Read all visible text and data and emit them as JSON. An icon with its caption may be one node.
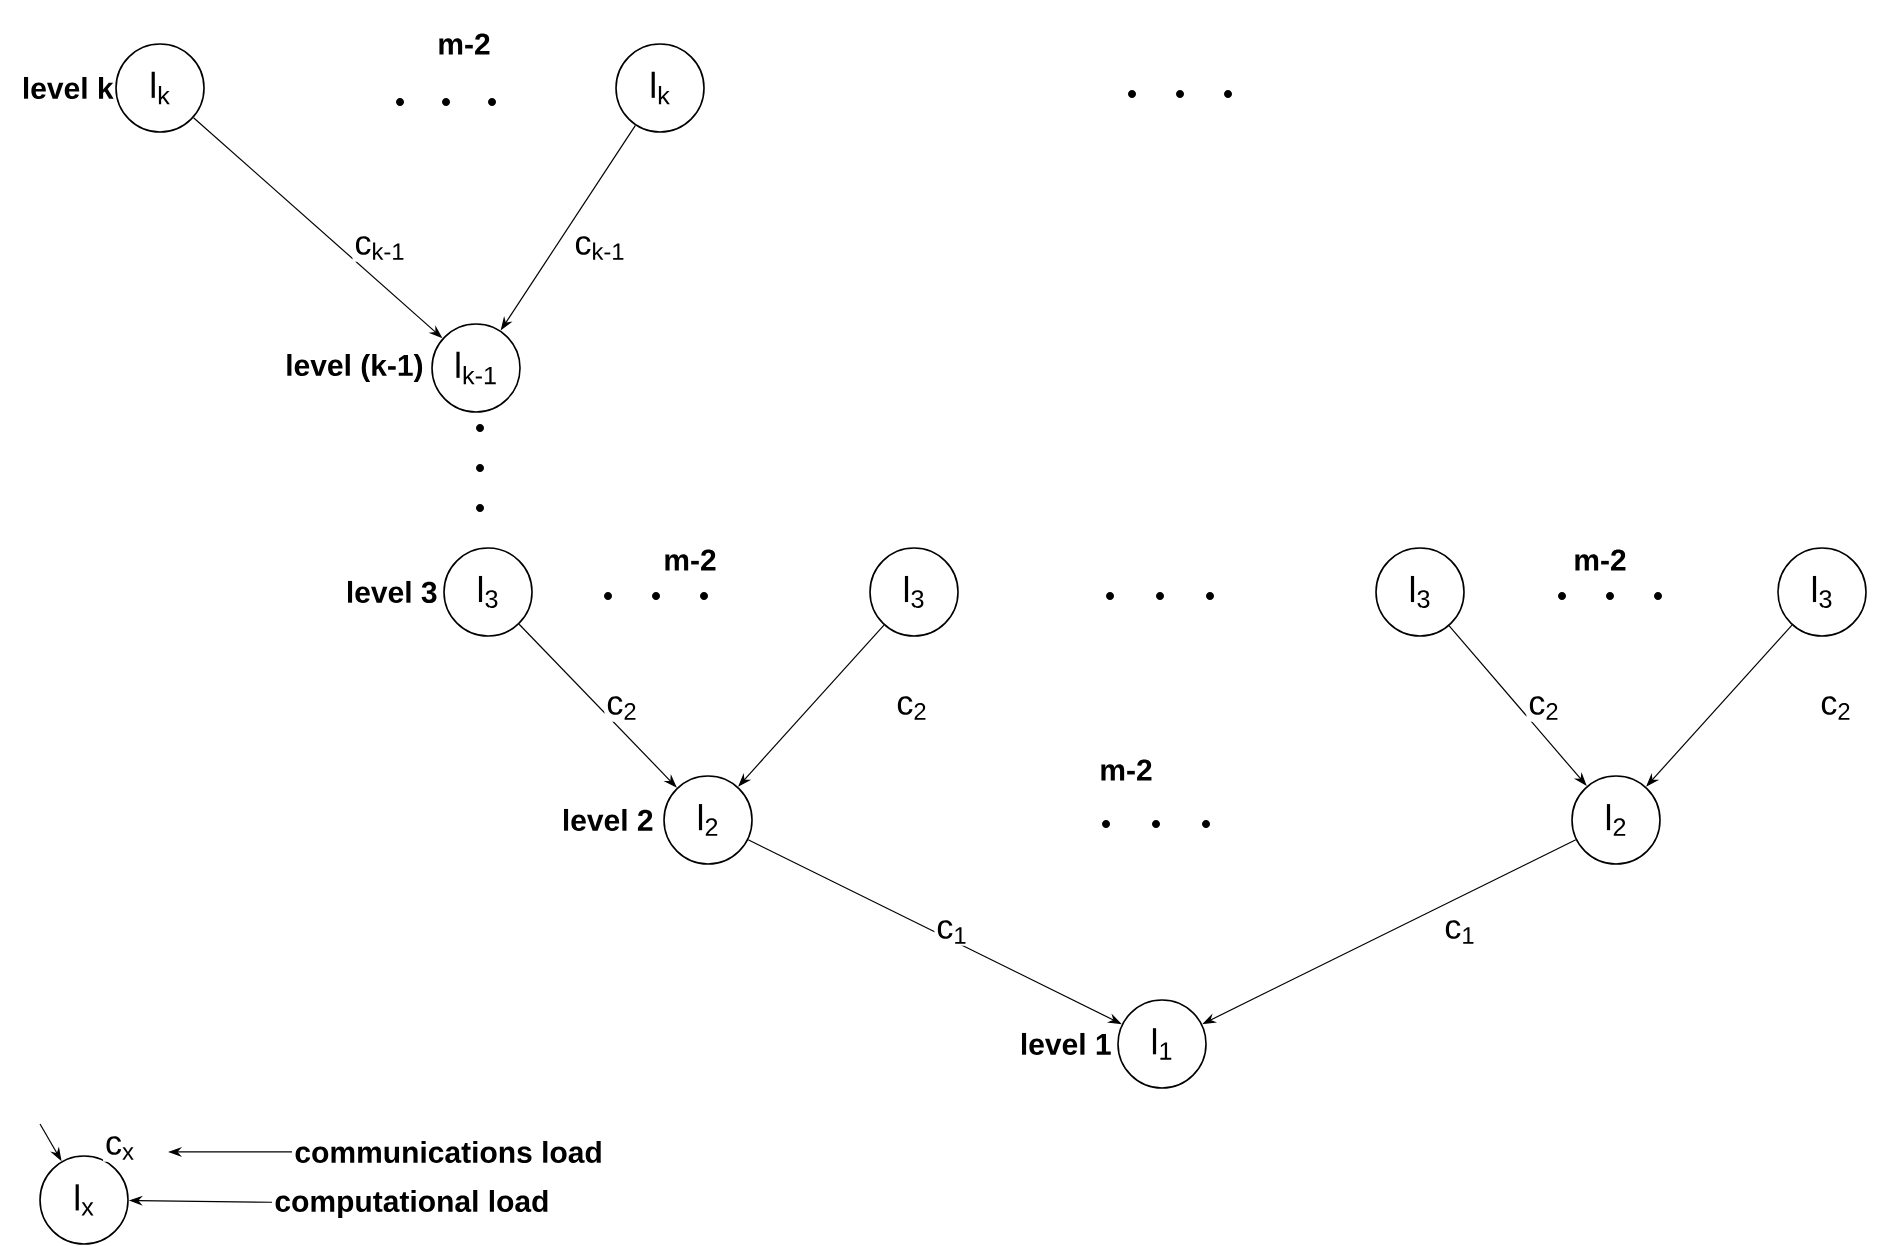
{
  "diagram": {
    "nodes": [
      {
        "text": [
          "l$_{k}$"
        ],
        "beside": [
          "level k"
        ]
      },
      {
        "text": [
          "l$_{k}$"
        ]
      },
      {
        "text": [
          "l$_{k-1}$"
        ],
        "beside": [
          "level (k-1)"
        ]
      },
      {
        "text": [
          "l$_{3}$"
        ],
        "beside": [
          "level 3"
        ]
      },
      {
        "text": [
          "l$_{3}$"
        ]
      },
      {
        "text": [
          "l$_{3}$"
        ]
      },
      {
        "text": [
          "l$_{3}$"
        ]
      },
      {
        "text": [
          "l$_{2}$"
        ],
        "beside": [
          "level 2"
        ]
      },
      {
        "text": [
          "l$_{2}$"
        ]
      },
      {
        "text": [
          "l$_{1}$"
        ],
        "beside": [
          "level 1"
        ]
      },
      {
        "text": [
          "l$_{x}$"
        ]
      },
      {
        "text": [
          "communications load"
        ]
      },
      {
        "text": [
          "computational load"
        ]
      }
    ],
    "edges": [
      {
        "from": 0,
        "to": 2,
        "arrow": "to",
        "label": "c$_{k-1}$"
      },
      {
        "from": 1,
        "to": 2,
        "arrow": "to",
        "label": "c$_{k-1}$"
      },
      {
        "from": 3,
        "to": 7,
        "arrow": "to",
        "label": "c$_{2}$"
      },
      {
        "from": 4,
        "to": 7,
        "arrow": "to",
        "label": "c$_{2}$"
      },
      {
        "from": 5,
        "to": 8,
        "arrow": "to",
        "label": "c$_{2}$"
      },
      {
        "from": 6,
        "to": 8,
        "arrow": "to",
        "label": "c$_{2}$"
      },
      {
        "from": 7,
        "to": 9,
        "arrow": "to",
        "label": "c$_{1}$"
      },
      {
        "from": 8,
        "to": 9,
        "arrow": "to",
        "label": "c$_{1}$"
      },
      {
        "from": null,
        "to": 10,
        "arrow": "to",
        "label": "c$_{x}$"
      },
      {
        "from": 11,
        "to": null,
        "arrow": "to"
      },
      {
        "from": 12,
        "to": 10,
        "arrow": "to"
      }
    ],
    "labels": [
      "m-2",
      "m-2",
      "m-2",
      "m-2"
    ]
  }
}
